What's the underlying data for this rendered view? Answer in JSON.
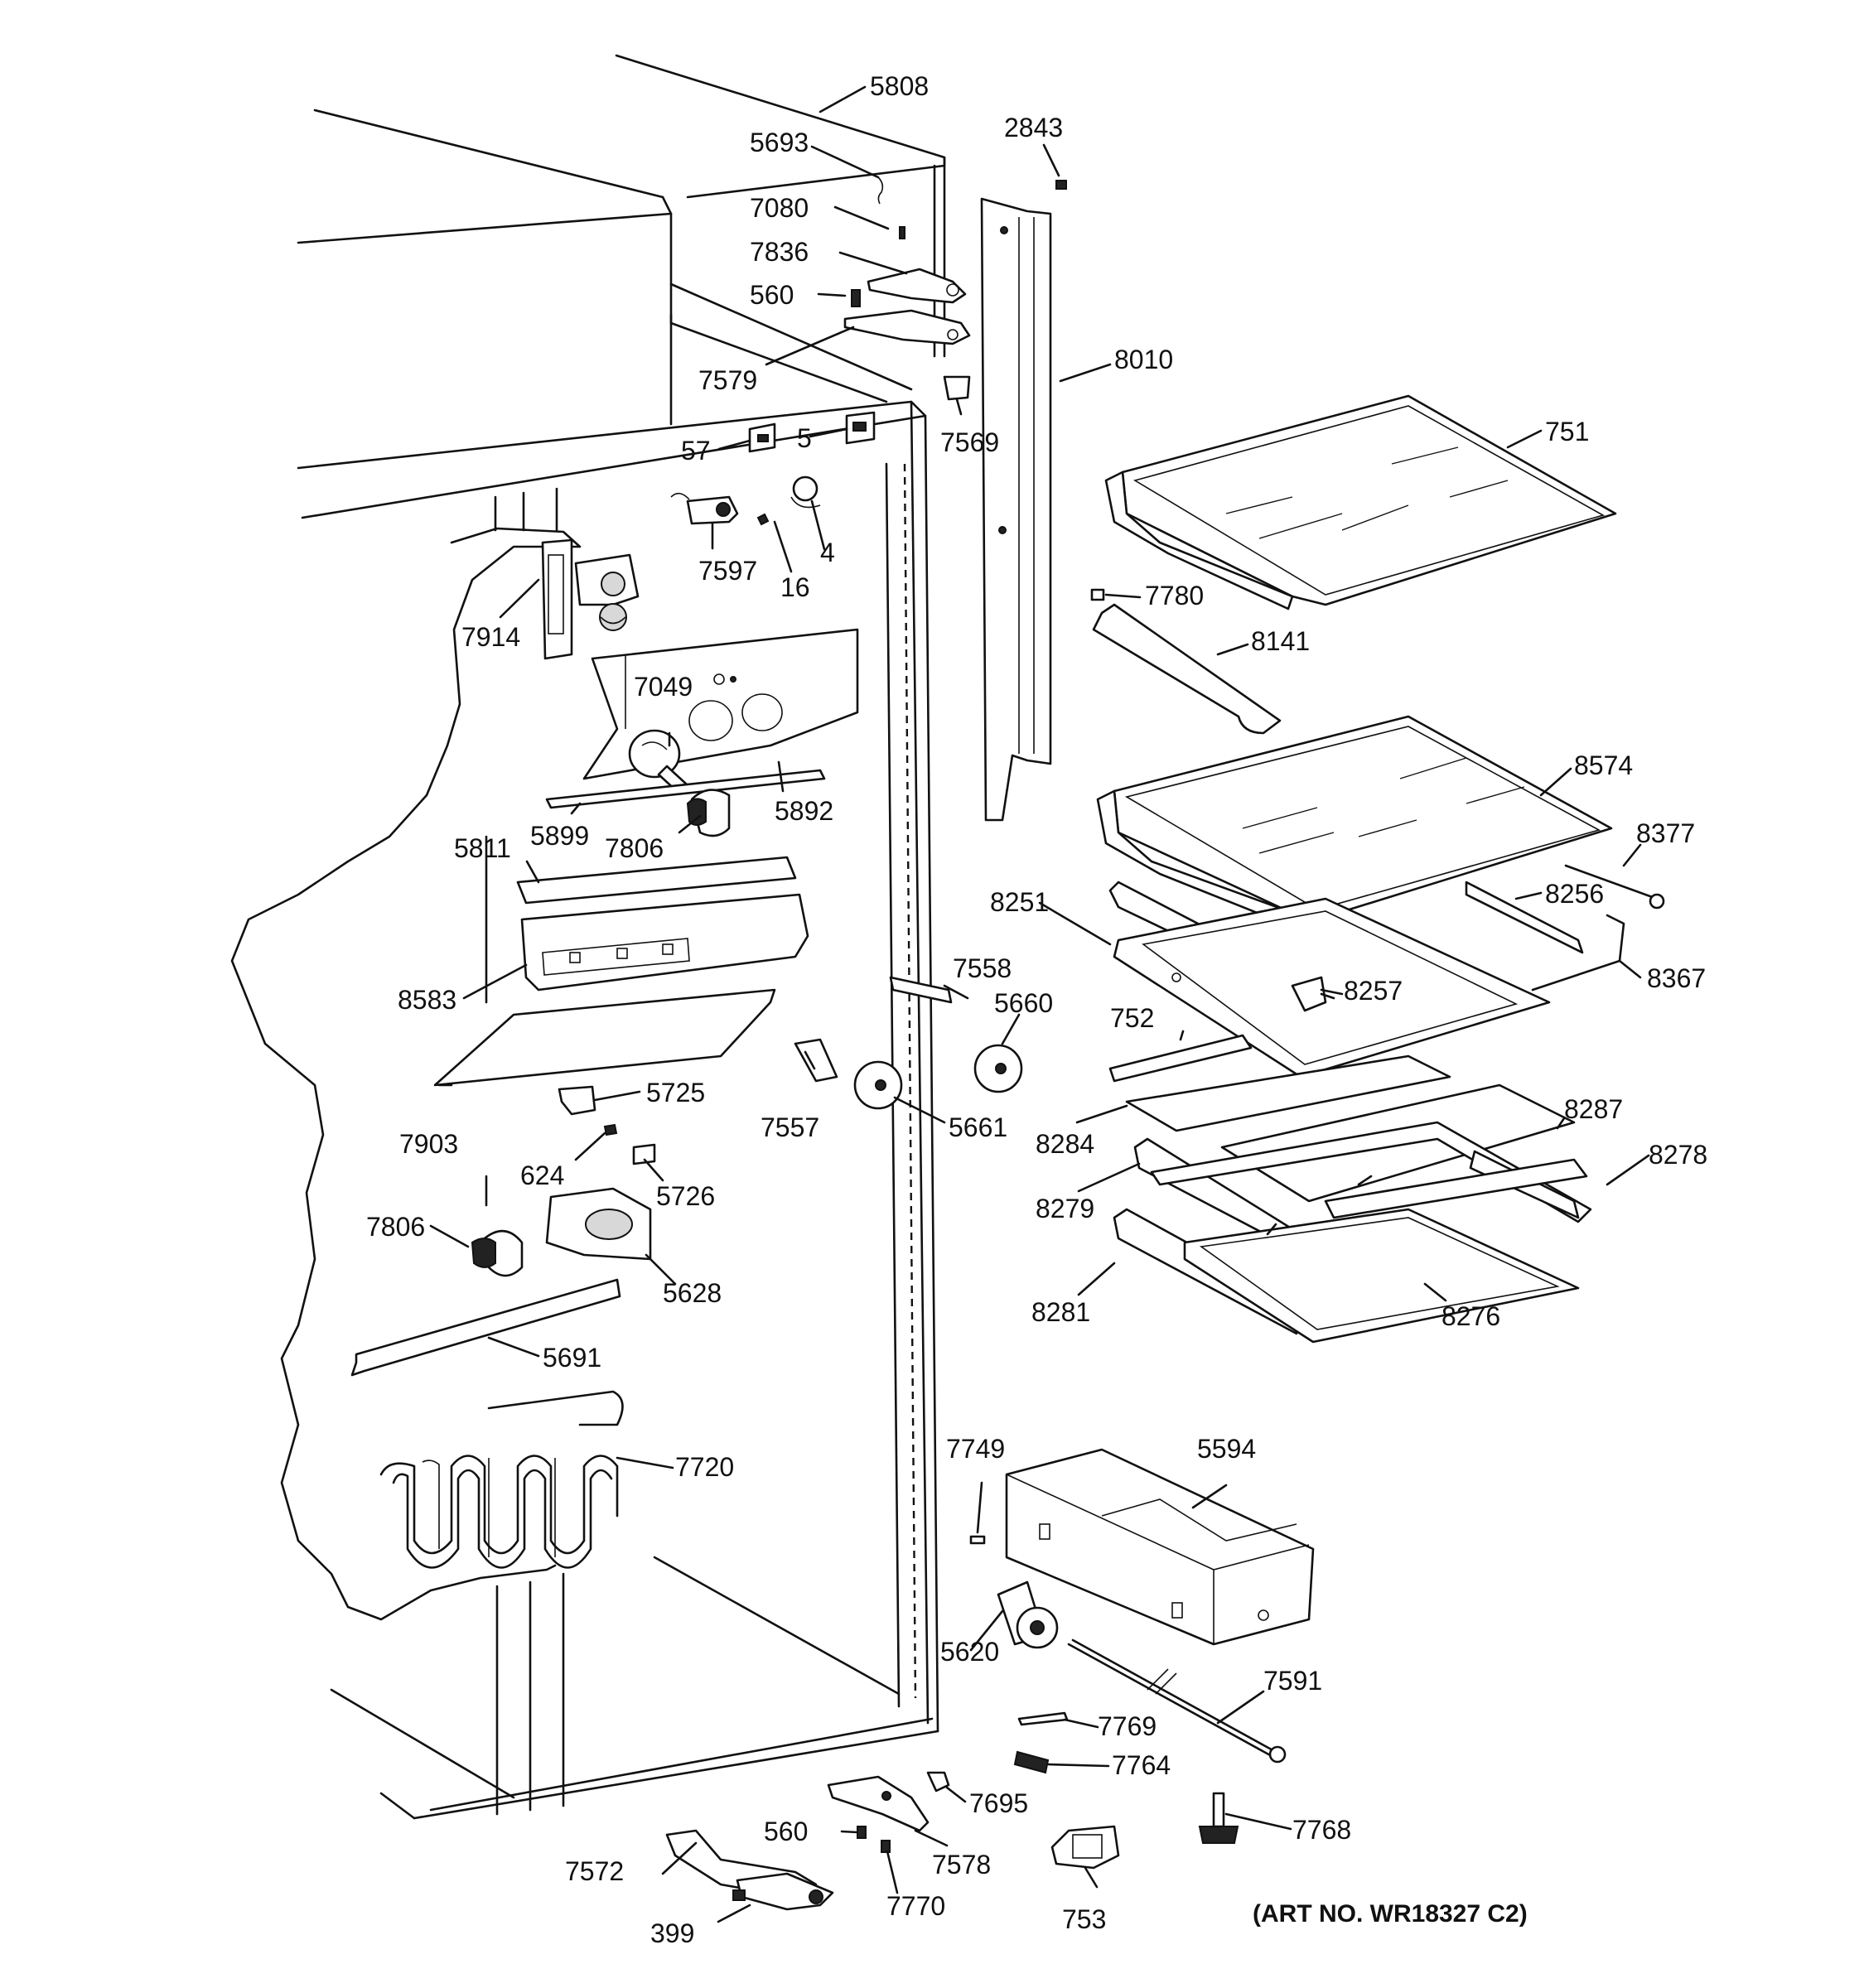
{
  "labels": {
    "p5808": "5808",
    "p5693": "5693",
    "p2843": "2843",
    "p7080": "7080",
    "p7836": "7836",
    "p560a": "560",
    "p7579": "7579",
    "p8010": "8010",
    "p7569": "7569",
    "p751": "751",
    "p57": "57",
    "p5": "5",
    "p7597": "7597",
    "p16": "16",
    "p4": "4",
    "p7914": "7914",
    "p7780": "7780",
    "p8141": "8141",
    "p7049": "7049",
    "p5892": "5892",
    "p5899": "5899",
    "p7806a": "7806",
    "p8574": "8574",
    "p8377": "8377",
    "p5811": "5811",
    "p8256": "8256",
    "p8251": "8251",
    "p8367": "8367",
    "p8257": "8257",
    "p8583": "8583",
    "p7558": "7558",
    "p5660": "5660",
    "p752": "752",
    "p7903": "7903",
    "p5725": "5725",
    "p7557": "7557",
    "p5661": "5661",
    "p8284": "8284",
    "p8287": "8287",
    "p8278": "8278",
    "p624": "624",
    "p5726": "5726",
    "p8279": "8279",
    "p7806b": "7806",
    "p5628": "5628",
    "p8281": "8281",
    "p8276": "8276",
    "p5691": "5691",
    "p7720": "7720",
    "p7749": "7749",
    "p5594": "5594",
    "p5620": "5620",
    "p7591": "7591",
    "p7769": "7769",
    "p7764": "7764",
    "p7695": "7695",
    "p7768": "7768",
    "p560b": "560",
    "p7578": "7578",
    "p7572": "7572",
    "p7770": "7770",
    "p753": "753",
    "p399": "399"
  },
  "art_number": "(ART NO. WR18327 C2)"
}
